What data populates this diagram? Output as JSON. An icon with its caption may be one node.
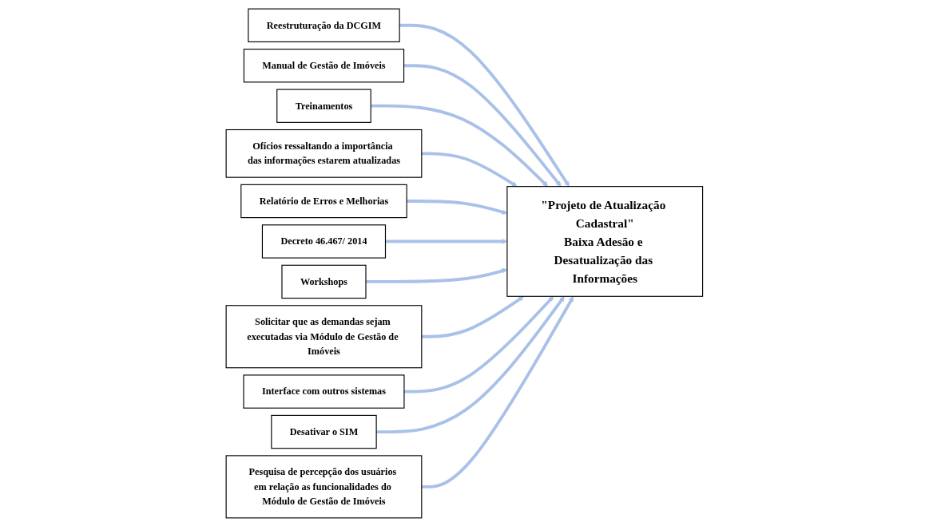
{
  "diagram": {
    "nodes": [
      {
        "text": [
          "Reestruturação da DCGIM"
        ]
      },
      {
        "text": [
          "Manual de Gestão de Imóveis"
        ]
      },
      {
        "text": [
          "Treinamentos"
        ]
      },
      {
        "text": [
          "Ofícios ressaltando a importância das informações estarem atualizadas"
        ]
      },
      {
        "text": [
          "Relatório de Erros e Melhorias"
        ]
      },
      {
        "text": [
          "\"Projeto de Atualização Cadastral\"",
          "Baixa Adesão e Desatualização das Informações"
        ]
      },
      {
        "text": [
          "Decreto 46.467/ 2014"
        ]
      },
      {
        "text": [
          "Workshops"
        ]
      },
      {
        "text": [
          "Solicitar que as demandas sejam executadas via Módulo de Gestão de Imóveis"
        ]
      },
      {
        "text": [
          "Interface com outros sistemas"
        ]
      },
      {
        "text": [
          "Desativar o SIM"
        ]
      },
      {
        "text": [
          "Pesquisa de percepção dos usuários em relação as funcionalidades do Módulo de Gestão de Imóveis"
        ]
      }
    ],
    "edges": [
      {
        "from": 0,
        "to": 5,
        "arrow": "to"
      },
      {
        "from": 1,
        "to": 5,
        "arrow": "to"
      },
      {
        "from": 2,
        "to": 5,
        "arrow": "to"
      },
      {
        "from": 3,
        "to": 5,
        "arrow": "to"
      },
      {
        "from": 4,
        "to": 5,
        "arrow": "to"
      },
      {
        "from": 6,
        "to": 5,
        "arrow": "to"
      },
      {
        "from": 7,
        "to": 5,
        "arrow": "to"
      },
      {
        "from": 8,
        "to": 5,
        "arrow": "to"
      },
      {
        "from": 9,
        "to": 5,
        "arrow": "to"
      },
      {
        "from": 10,
        "to": 5,
        "arrow": "to"
      },
      {
        "from": 11,
        "to": 5,
        "arrow": "to"
      }
    ]
  }
}
